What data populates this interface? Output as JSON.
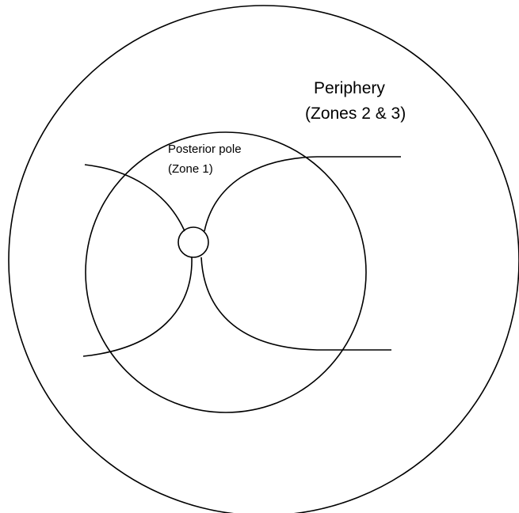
{
  "diagram": {
    "periphery": {
      "line1": "Periphery",
      "line2": "(Zones 2 & 3)"
    },
    "posterior_pole": {
      "line1": "Posterior pole",
      "line2": "(Zone 1)"
    }
  }
}
